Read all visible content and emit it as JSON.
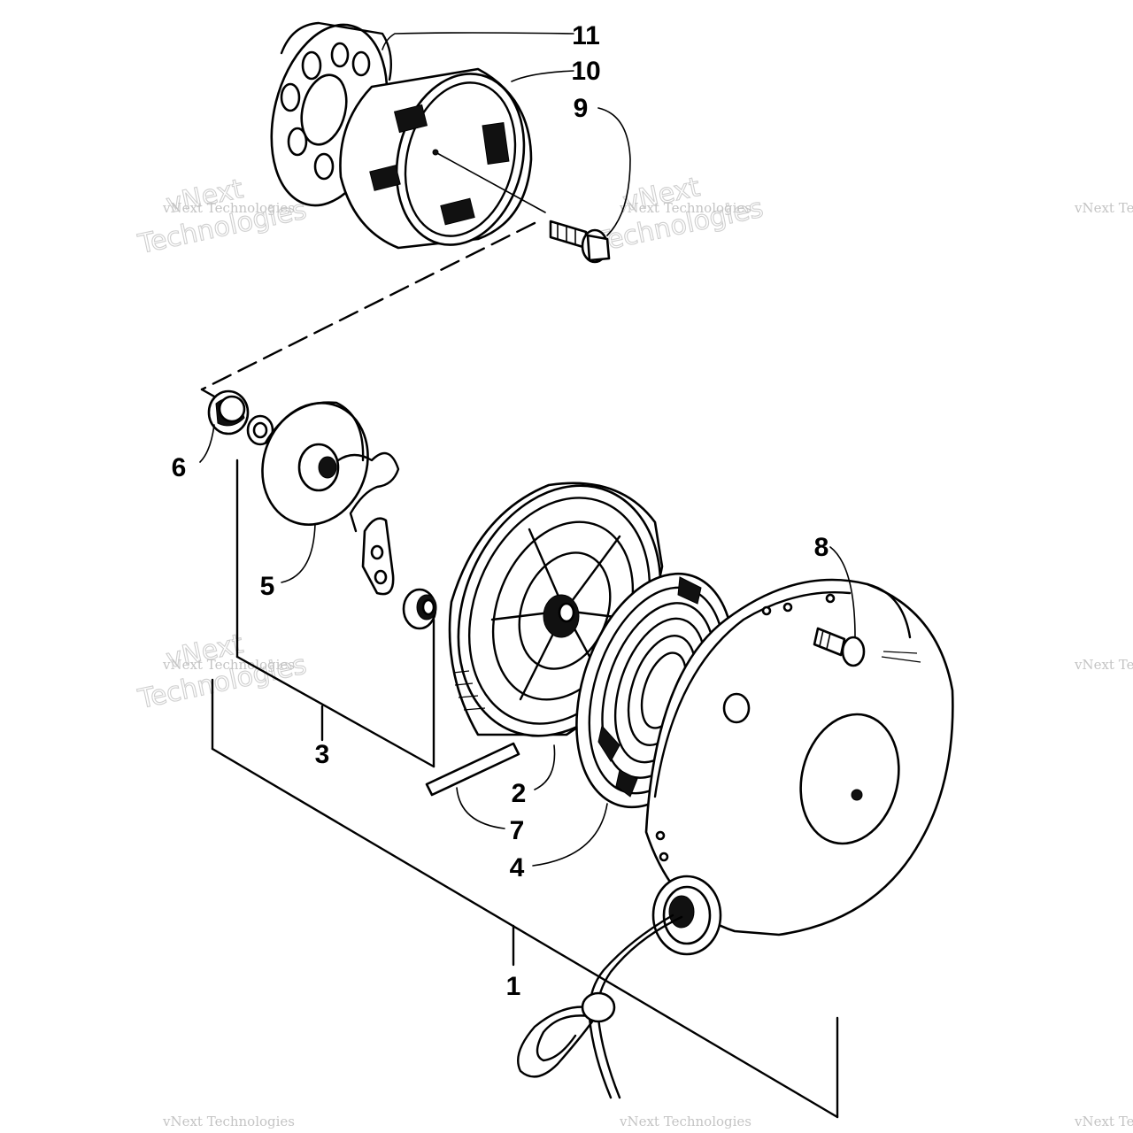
{
  "callouts": [
    {
      "id": "c1",
      "label": "1"
    },
    {
      "id": "c2",
      "label": "2"
    },
    {
      "id": "c3",
      "label": "3"
    },
    {
      "id": "c4",
      "label": "4"
    },
    {
      "id": "c5",
      "label": "5"
    },
    {
      "id": "c6",
      "label": "6"
    },
    {
      "id": "c7",
      "label": "7"
    },
    {
      "id": "c8",
      "label": "8"
    },
    {
      "id": "c9",
      "label": "9"
    },
    {
      "id": "c10",
      "label": "10"
    },
    {
      "id": "c11",
      "label": "11"
    }
  ],
  "watermark": {
    "line_small": "vNext Technologies",
    "line_big_1": "vNext",
    "line_big_2": "Technologies"
  }
}
